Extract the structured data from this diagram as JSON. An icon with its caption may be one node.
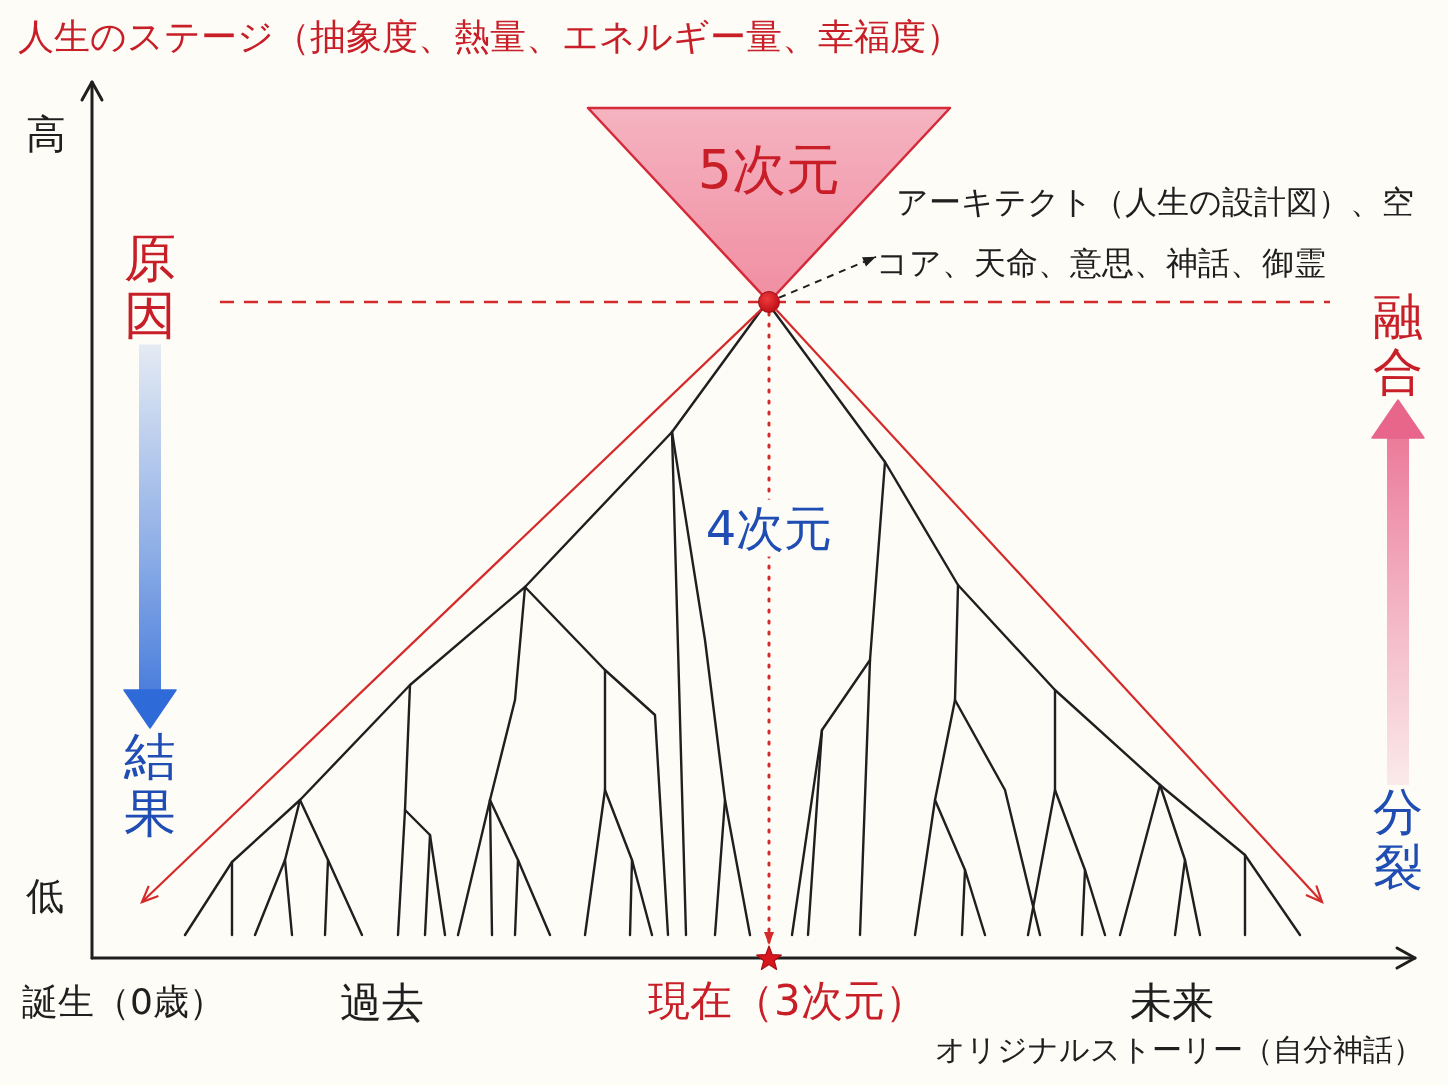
{
  "diagram": {
    "title": "人生のステージ（抽象度、熱量、エネルギー量、幸福度）",
    "nodes": [
      {
        "text": [
          "5次元"
        ]
      },
      {
        "text": [
          "アーキテクト（人生の設計図）、空",
          "コア、天命、意思、神話、御霊"
        ]
      },
      {
        "text": [
          "原因"
        ]
      },
      {
        "text": [],
        "shape": "circle"
      },
      {
        "text": [
          "融合"
        ]
      },
      {
        "text": [
          "結果"
        ]
      },
      {
        "text": [
          "分裂"
        ]
      },
      {
        "text": [],
        "shape": "star",
        "beside": [
          "現在（3次元）"
        ]
      }
    ],
    "edges": [
      {
        "from": 3,
        "to": 1,
        "arrow": "to",
        "style": "dashed",
        "color": "#1f1f1f"
      },
      {
        "from": 3,
        "to": 7,
        "arrow": "to",
        "label": "4次元",
        "style": "dashed",
        "color": "#d42a2a"
      },
      {
        "from": 3,
        "to": null,
        "arrow": "to",
        "color": "#d42a2a"
      },
      {
        "from": 3,
        "to": null,
        "arrow": "to",
        "color": "#d42a2a"
      },
      {
        "from": 2,
        "to": 5,
        "arrow": "to",
        "style": "thick",
        "color": "#2f6bd8"
      },
      {
        "from": 6,
        "to": 4,
        "arrow": "to",
        "style": "thick",
        "color": "#e8668a"
      }
    ],
    "labels": [
      "高",
      "低",
      "誕生（0歳）",
      "過去",
      "未来",
      "オリジナルストーリー（自分神話）"
    ]
  }
}
